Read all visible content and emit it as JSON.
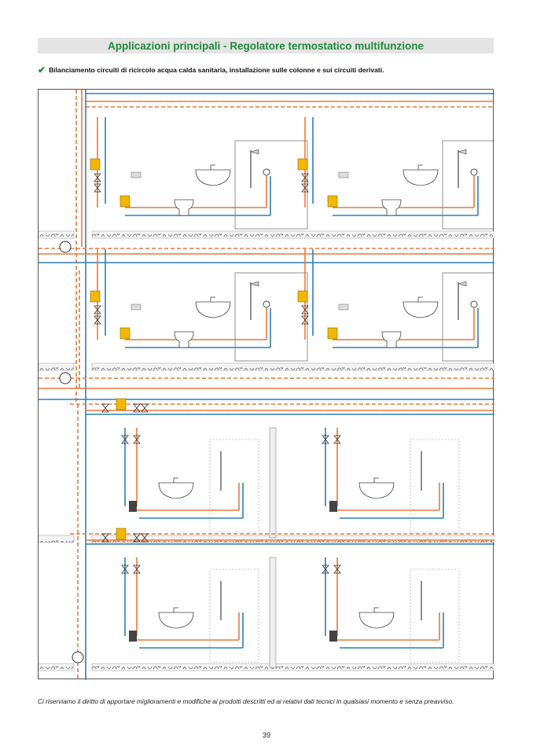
{
  "header": {
    "title": "Applicazioni principali - Regolatore termostatico multifunzione"
  },
  "intro": {
    "check_icon": "check-icon",
    "text": "Bilanciamento circuiti di ricircolo acqua calda sanitaria, installazione sulle colonne e sui circuiti derivati."
  },
  "colors": {
    "accent": "#1f8a3c",
    "hot": "#e8793a",
    "cold": "#2f7fb5",
    "title_bg": "#e4e4e4"
  },
  "footer": {
    "disclaimer": "Ci riserviamo il diritto di apportare miglioramenti e modifiche ai prodotti descritti ed ai relativi dati tecnici in qualsiasi momento e senza preavviso.",
    "page_number": "39"
  }
}
